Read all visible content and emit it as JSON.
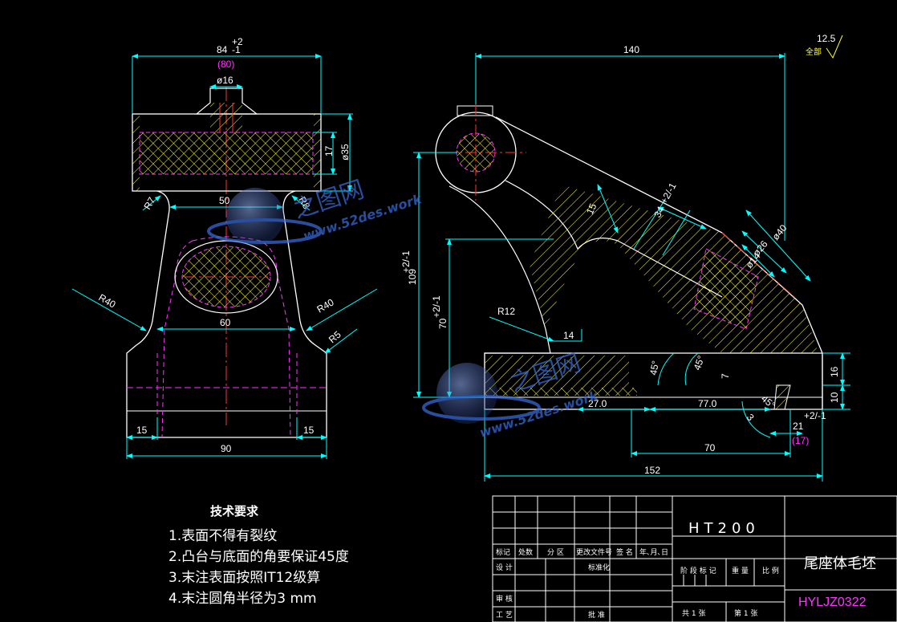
{
  "drawing": {
    "material": "HT200",
    "part_name": "尾座体毛坯",
    "drawing_code": "HYLJZ0322",
    "watermark_brand": "之图网",
    "watermark_url": "www.52des.work",
    "surface_roughness": "12.5",
    "roughness_prefix": "全部"
  },
  "left_view_dims": {
    "top_width": "84",
    "top_width_tol_upper": "+2",
    "top_width_tol_lower": "-1",
    "top_ref": "(80)",
    "boss_dia": "ø16",
    "thickness": "17",
    "bore_dia": "ø35",
    "neck_width": "50",
    "r7": "R7",
    "r8": "R8",
    "r40_left": "R40",
    "r40_right": "R40",
    "r5": "R5",
    "mid_width": "60",
    "base_left": "15",
    "base_right": "15",
    "base_width": "90"
  },
  "front_view_dims": {
    "overall_top": "140",
    "height_ctr": "109",
    "height_ctr_tol": "+2/-1",
    "height_70": "70",
    "height_70_tol": "+2/-1",
    "r12": "R12",
    "dim_14": "14",
    "dim_15": "15",
    "arm_34": "34",
    "arm_34_tol": "+2/-1",
    "dia_40": "ø40",
    "dia_26": "ø26",
    "dia_14": "ø14",
    "angle_45a": "45°",
    "angle_45b": "45°",
    "angle_45c": "45°",
    "dim_7": "7",
    "dim_16": "16",
    "dim_10": "10",
    "dim_27": "27.0",
    "dim_77": "77.0",
    "dim_3": "3",
    "dim_21": "21",
    "dim_21_tol": "+2/-1",
    "ref_17": "(17)",
    "dim_70": "70",
    "overall_bottom": "152"
  },
  "tech_requirements": {
    "title": "技术要求",
    "items": [
      "1.表面不得有裂纹",
      "2.凸台与底面的角要保证45度",
      "3.末注表面按照IT12级算",
      "4.末注圆角半径为3 mm"
    ]
  },
  "title_block": {
    "hdr_mark": "标记",
    "hdr_count": "处数",
    "hdr_zone": "分 区",
    "hdr_docno": "更改文件号",
    "hdr_sign": "签 名",
    "hdr_date": "年､月､日",
    "row_design": "设 计",
    "row_std": "标准化",
    "row_stage": "阶 段 标 记",
    "row_weight": "重 量",
    "row_scale": "比 例",
    "row_review": "审 核",
    "row_process": "工 艺",
    "row_approve": "批 准",
    "sheets_total": "共 1 张",
    "sheet_no": "第 1 张"
  },
  "colors": {
    "outline": "#ffffff",
    "dimension": "#00ffff",
    "hatch": "#ffff33",
    "hidden": "#ff33ff",
    "center": "#ff3333",
    "watermark": "#3a6fe0"
  }
}
